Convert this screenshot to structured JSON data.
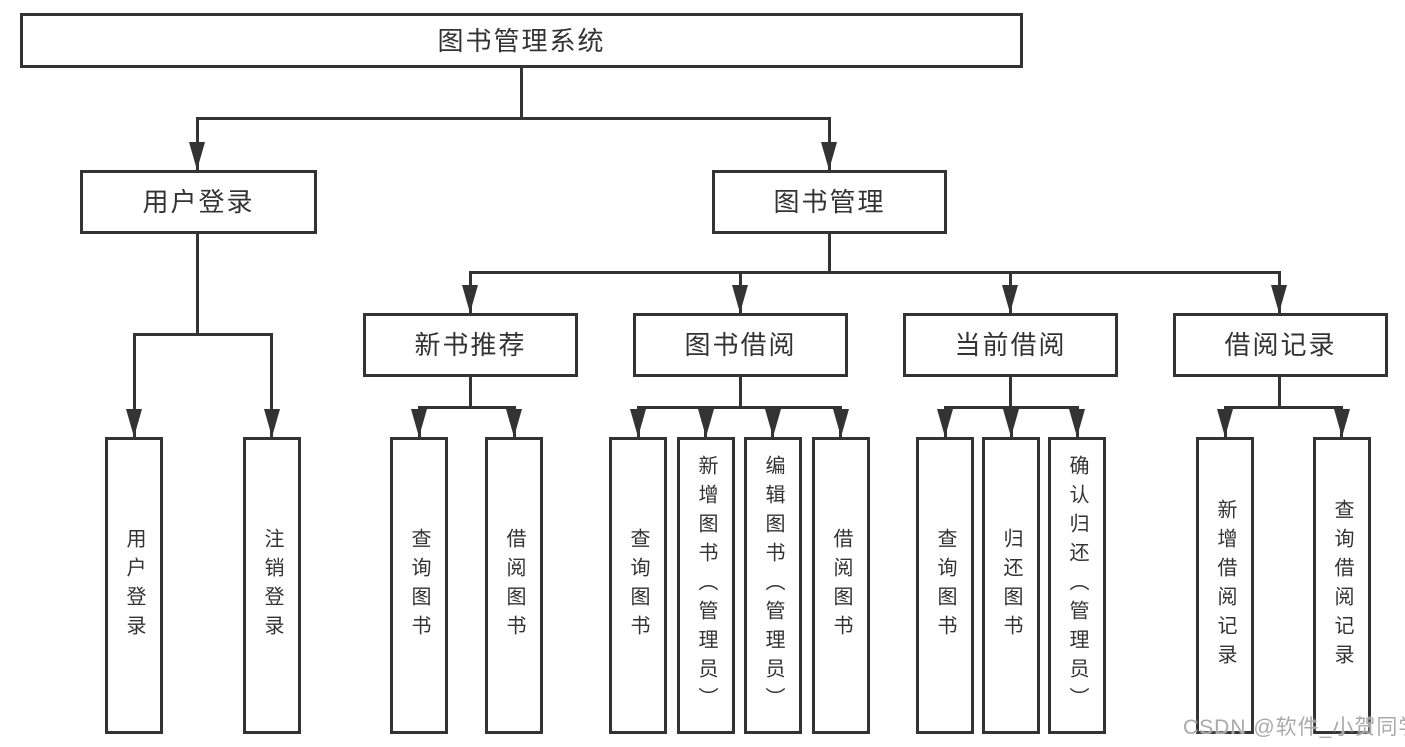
{
  "diagram_title": "图书管理系统",
  "nodes": {
    "root": {
      "label": "图书管理系统"
    },
    "user_login": {
      "label": "用户登录"
    },
    "book_mgmt": {
      "label": "图书管理"
    },
    "new_book_rec": {
      "label": "新书推荐"
    },
    "book_borrow": {
      "label": "图书借阅"
    },
    "current_borrow": {
      "label": "当前借阅"
    },
    "borrow_record": {
      "label": "借阅记录"
    },
    "leaf_user_login": {
      "label": "用户登录"
    },
    "leaf_logout": {
      "label": "注销登录"
    },
    "leaf_query_book_rec": {
      "label": "查询图书"
    },
    "leaf_borrow_book_rec": {
      "label": "借阅图书"
    },
    "leaf_query_book_borrow": {
      "label": "查询图书"
    },
    "leaf_add_book": {
      "label": "新增图书（管理员）"
    },
    "leaf_edit_book": {
      "label": "编辑图书（管理员）"
    },
    "leaf_borrow_book_borrow": {
      "label": "借阅图书"
    },
    "leaf_query_book_current": {
      "label": "查询图书"
    },
    "leaf_return_book": {
      "label": "归还图书"
    },
    "leaf_confirm_return": {
      "label": "确认归还（管理员）"
    },
    "leaf_add_record": {
      "label": "新增借阅记录"
    },
    "leaf_query_record": {
      "label": "查询借阅记录"
    }
  },
  "hierarchy": {
    "图书管理系统": {
      "用户登录": [
        "用户登录",
        "注销登录"
      ],
      "图书管理": {
        "新书推荐": [
          "查询图书",
          "借阅图书"
        ],
        "图书借阅": [
          "查询图书",
          "新增图书（管理员）",
          "编辑图书（管理员）",
          "借阅图书"
        ],
        "当前借阅": [
          "查询图书",
          "归还图书",
          "确认归还（管理员）"
        ],
        "借阅记录": [
          "新增借阅记录",
          "查询借阅记录"
        ]
      }
    }
  },
  "watermark": {
    "text": "CSDN @软件_小贺同学"
  },
  "colors": {
    "line": "#333333",
    "text": "#333333",
    "watermark": "#aaaaaa",
    "background": "#ffffff"
  }
}
